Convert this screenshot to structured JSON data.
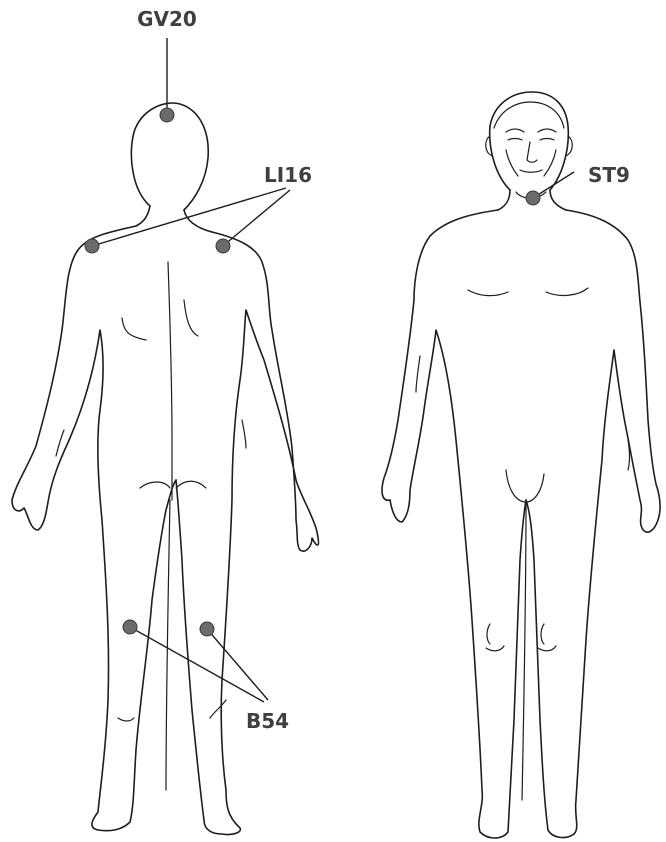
{
  "labels": {
    "gv20": "GV20",
    "li16": "LI16",
    "st9": "ST9",
    "b54": "B54"
  },
  "colors": {
    "point_fill": "#6b6b6b",
    "line": "#1e1e1e",
    "label": "#3f3f3f",
    "background": "#ffffff"
  }
}
